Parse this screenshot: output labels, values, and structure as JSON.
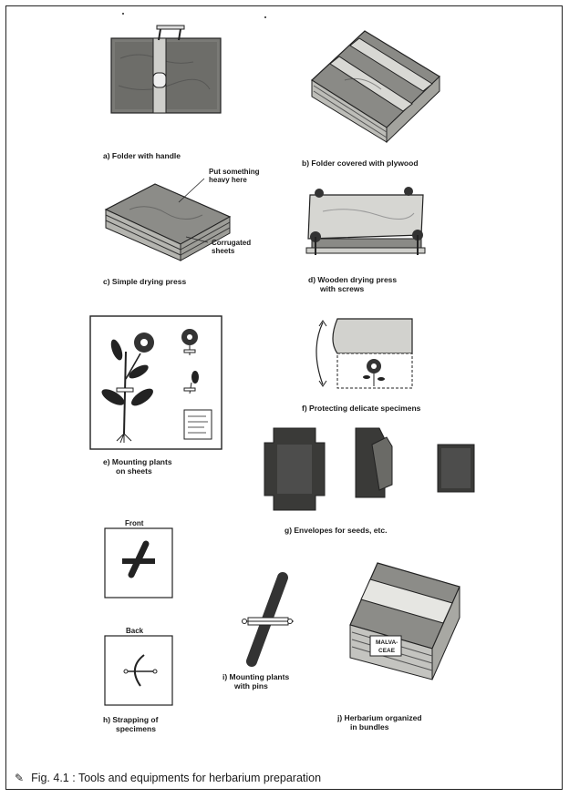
{
  "figures": {
    "a": {
      "label": "a)  Folder with handle"
    },
    "b": {
      "label": "b)  Folder covered with plywood"
    },
    "c": {
      "label": "c)  Simple drying press",
      "note_top_1": "Put something",
      "note_top_2": "heavy here",
      "note_bottom_1": "Corrugated",
      "note_bottom_2": "sheets"
    },
    "d": {
      "label_1": "d)  Wooden drying press",
      "label_2": "with screws"
    },
    "e": {
      "label_1": "e)  Mounting plants",
      "label_2": "on sheets"
    },
    "f": {
      "label": "f)  Protecting delicate specimens"
    },
    "g": {
      "label": "g)  Envelopes for seeds, etc."
    },
    "h": {
      "label_1": "h)  Strapping of",
      "label_2": "specimens",
      "front": "Front",
      "back": "Back"
    },
    "i": {
      "label_1": "i)  Mounting plants",
      "label_2": "with pins"
    },
    "j": {
      "label_1": "j)  Herbarium organized",
      "label_2": "in bundles",
      "tag_1": "MALVA-",
      "tag_2": "CEAE"
    }
  },
  "caption": {
    "symbol": "✎",
    "text": "Fig. 4.1 : Tools and equipments for herbarium preparation"
  }
}
